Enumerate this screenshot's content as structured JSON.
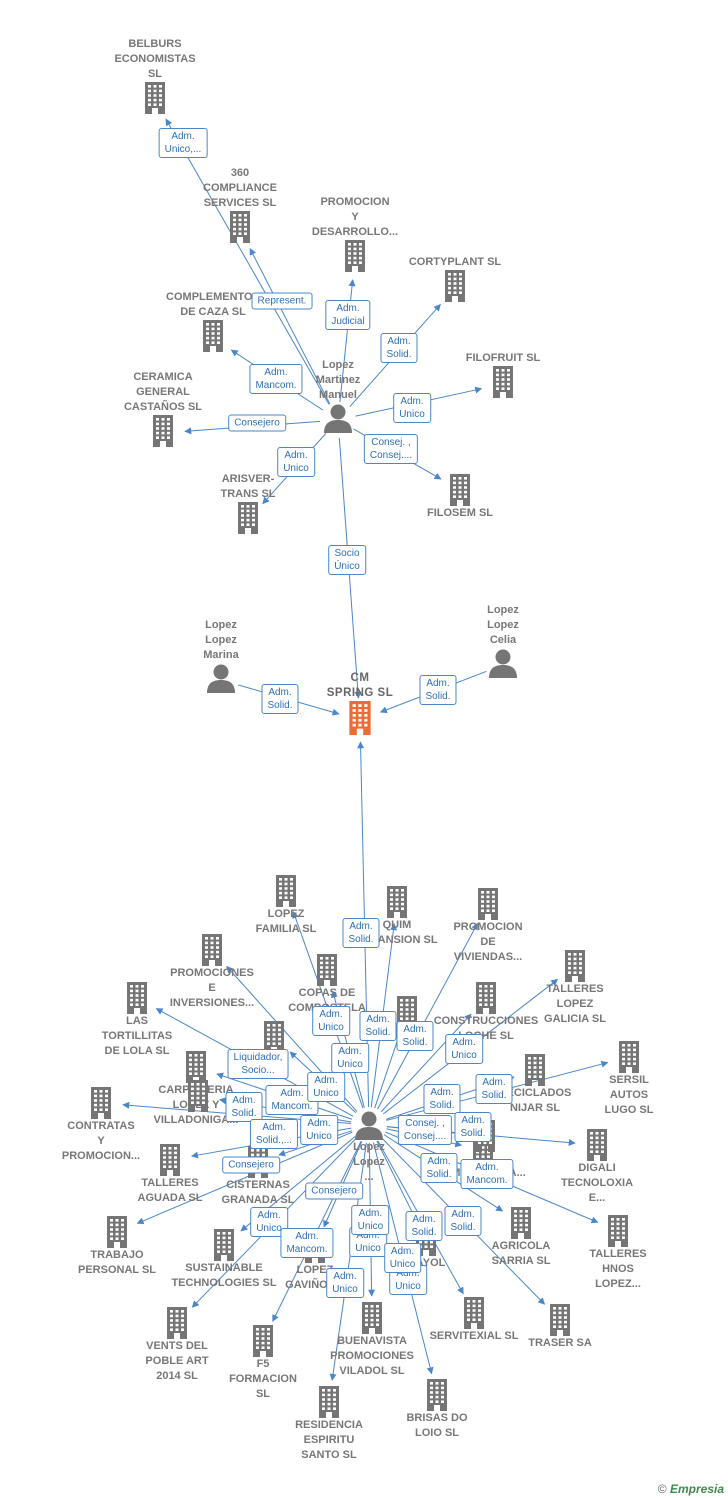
{
  "nodes": [
    {
      "id": "cm",
      "label": "CM\nSPRING  SL",
      "kind": "company",
      "center": true
    },
    {
      "id": "lopezm",
      "label": "Lopez\nMartinez\nManuel",
      "kind": "person"
    },
    {
      "id": "marina",
      "label": "Lopez\nLopez\nMarina",
      "kind": "person"
    },
    {
      "id": "celia",
      "label": "Lopez\nLopez\nCelia",
      "kind": "person"
    },
    {
      "id": "lopezb",
      "label": "Lopez\nLopez\n...",
      "kind": "person"
    },
    {
      "id": "belburs",
      "label": "BELBURS\nECONOMISTAS\nSL",
      "kind": "company"
    },
    {
      "id": "c360",
      "label": "360\nCOMPLIANCE\nSERVICES  SL",
      "kind": "company"
    },
    {
      "id": "promdes",
      "label": "PROMOCION\nY\nDESARROLLO...",
      "kind": "company"
    },
    {
      "id": "cortyplant",
      "label": "CORTYPLANT SL",
      "kind": "company"
    },
    {
      "id": "complementos",
      "label": "COMPLEMENTOS\nDE CAZA SL",
      "kind": "company"
    },
    {
      "id": "filofruit",
      "label": "FILOFRUIT  SL",
      "kind": "company"
    },
    {
      "id": "ceramica",
      "label": "CERAMICA\nGENERAL\nCASTAÑOS SL",
      "kind": "company"
    },
    {
      "id": "filosem",
      "label": "FILOSEM  SL",
      "kind": "company"
    },
    {
      "id": "arisver",
      "label": "ARISVER-\nTRANS SL",
      "kind": "company"
    },
    {
      "id": "lopezfam",
      "label": "LOPEZ\nFAMILIA  SL",
      "kind": "company"
    },
    {
      "id": "quim",
      "label": "QUIM\nEXPANSION SL",
      "kind": "company"
    },
    {
      "id": "promviv",
      "label": "PROMOCION\nDE\nVIVIENDAS...",
      "kind": "company"
    },
    {
      "id": "promeinv",
      "label": "PROMOCIONES\nE\nINVERSIONES...",
      "kind": "company"
    },
    {
      "id": "copas",
      "label": "COPAS DE\nCOMPOSTELA",
      "kind": "company"
    },
    {
      "id": "construc",
      "label": "CONSTRUCCIONES\nLOCHE SL",
      "kind": "company"
    },
    {
      "id": "talleresl",
      "label": "TALLERES\nLOPEZ\nGALICIA  SL",
      "kind": "company"
    },
    {
      "id": "tortillitas",
      "label": "LAS\nTORTILLITAS\nDE LOLA  SL",
      "kind": "company"
    },
    {
      "id": "sersil",
      "label": "SERSIL\nAUTOS\nLUGO SL",
      "kind": "company"
    },
    {
      "id": "carpinteria",
      "label": "CARPINTERIA\nLOPEZ Y\nVILLADONIGA...",
      "kind": "company"
    },
    {
      "id": "reciclados",
      "label": "RECICLADOS\nNIJAR SL",
      "kind": "company"
    },
    {
      "id": "contratas",
      "label": "CONTRATAS\nY\nPROMOCION...",
      "kind": "company"
    },
    {
      "id": "digali",
      "label": "DIGALI\nTECNOLOXIA\nE...",
      "kind": "company"
    },
    {
      "id": "talleresa",
      "label": "TALLERES\nAGUADA  SL",
      "kind": "company"
    },
    {
      "id": "cisternas",
      "label": "CISTERNAS\nGRANADA SL",
      "kind": "company"
    },
    {
      "id": "inmobiliaria",
      "label": "INMOBILIARIA...",
      "kind": "company"
    },
    {
      "id": "trabajo",
      "label": "TRABAJO\nPERSONAL SL",
      "kind": "company"
    },
    {
      "id": "talleresh",
      "label": "TALLERES\nHNOS\nLOPEZ...",
      "kind": "company"
    },
    {
      "id": "agricola",
      "label": "AGRICOLA\nSARRIA SL",
      "kind": "company"
    },
    {
      "id": "sustainable",
      "label": "SUSTAINABLE\nTECHNOLOGIES SL",
      "kind": "company"
    },
    {
      "id": "lopezgav",
      "label": "LOPEZ\nGAVIÑO SL",
      "kind": "company"
    },
    {
      "id": "mayol",
      "label": "MAYOL",
      "kind": "company"
    },
    {
      "id": "vents",
      "label": "VENTS DEL\nPOBLE ART\n2014  SL",
      "kind": "company"
    },
    {
      "id": "servitexial",
      "label": "SERVITEXIAL SL",
      "kind": "company"
    },
    {
      "id": "traser",
      "label": "TRASER SA",
      "kind": "company"
    },
    {
      "id": "buenavista",
      "label": "BUENAVISTA\nPROMOCIONES\nVILADOL SL",
      "kind": "company"
    },
    {
      "id": "f5",
      "label": "F5\nFORMACION\nSL",
      "kind": "company"
    },
    {
      "id": "brisas",
      "label": "BRISAS DO\nLOIO SL",
      "kind": "company"
    },
    {
      "id": "residencia",
      "label": "RESIDENCIA\nESPIRITU\nSANTO  SL",
      "kind": "company"
    },
    {
      "id": "h1",
      "label": "",
      "kind": "company"
    },
    {
      "id": "h2",
      "label": "",
      "kind": "company"
    },
    {
      "id": "h3",
      "label": "",
      "kind": "company"
    },
    {
      "id": "h4",
      "label": "",
      "kind": "company"
    }
  ],
  "edges": [
    {
      "from": "lopezm",
      "to": "belburs",
      "label": "Adm.\nUnico,..."
    },
    {
      "from": "lopezm",
      "to": "c360",
      "label": "Represent."
    },
    {
      "from": "lopezm",
      "to": "promdes",
      "label": "Adm.\nJudicial"
    },
    {
      "from": "lopezm",
      "to": "cortyplant",
      "label": "Adm.\nSolid."
    },
    {
      "from": "lopezm",
      "to": "complementos",
      "label": "Adm.\nMancom."
    },
    {
      "from": "lopezm",
      "to": "filofruit",
      "label": "Adm.\nUnico"
    },
    {
      "from": "lopezm",
      "to": "ceramica",
      "label": "Consejero"
    },
    {
      "from": "lopezm",
      "to": "filosem",
      "label": "Consej. ,\nConsej...."
    },
    {
      "from": "lopezm",
      "to": "arisver",
      "label": "Adm.\nUnico"
    },
    {
      "from": "lopezm",
      "to": "cm",
      "label": "Socio\nÚnico"
    },
    {
      "from": "marina",
      "to": "cm",
      "label": "Adm.\nSolid."
    },
    {
      "from": "celia",
      "to": "cm",
      "label": "Adm.\nSolid."
    },
    {
      "from": "lopezb",
      "to": "cm",
      "label": ""
    },
    {
      "from": "lopezb",
      "to": "lopezfam",
      "label": "Adm.\nSolid."
    },
    {
      "from": "lopezb",
      "to": "quim",
      "label": "Adm.\nSolid."
    },
    {
      "from": "lopezb",
      "to": "promviv",
      "label": "Adm.\nSolid."
    },
    {
      "from": "lopezb",
      "to": "promeinv",
      "label": "Adm.\nUnico"
    },
    {
      "from": "lopezb",
      "to": "copas",
      "label": "Adm.\nUnico"
    },
    {
      "from": "lopezb",
      "to": "construc",
      "label": "Adm.\nUnico"
    },
    {
      "from": "lopezb",
      "to": "talleresl",
      "label": "Adm.\nSolid."
    },
    {
      "from": "lopezb",
      "to": "tortillitas",
      "label": "Liquidador,\nSocio..."
    },
    {
      "from": "lopezb",
      "to": "sersil",
      "label": "Adm.\nSolid."
    },
    {
      "from": "lopezb",
      "to": "carpinteria",
      "label": "Adm.\nSolid."
    },
    {
      "from": "lopezb",
      "to": "reciclados",
      "label": "Adm.\nSolid."
    },
    {
      "from": "lopezb",
      "to": "contratas",
      "label": "Adm.\nSolid.,..."
    },
    {
      "from": "lopezb",
      "to": "digali",
      "label": "Adm.\nMancom."
    },
    {
      "from": "lopezb",
      "to": "talleresa",
      "label": "Consejero"
    },
    {
      "from": "lopezb",
      "to": "cisternas",
      "label": "Consejero"
    },
    {
      "from": "lopezb",
      "to": "inmobiliaria",
      "label": "Adm.\nSolid."
    },
    {
      "from": "lopezb",
      "to": "trabajo",
      "label": "Adm.\nUnico"
    },
    {
      "from": "lopezb",
      "to": "talleresh",
      "label": "Adm.\nMancom."
    },
    {
      "from": "lopezb",
      "to": "agricola",
      "label": "Adm.\nSolid."
    },
    {
      "from": "lopezb",
      "to": "sustainable",
      "label": "Adm.\nUnico"
    },
    {
      "from": "lopezb",
      "to": "lopezgav",
      "label": "Adm.\nSolid."
    },
    {
      "from": "lopezb",
      "to": "mayol",
      "label": "Adm.\nUnico"
    },
    {
      "from": "lopezb",
      "to": "servitexial",
      "label": "Adm.\nUnico"
    },
    {
      "from": "lopezb",
      "to": "buenavista",
      "label": "Adm.\nUnico"
    },
    {
      "from": "lopezb",
      "to": "f5",
      "label": ""
    },
    {
      "from": "lopezb",
      "to": "brisas",
      "label": "Adm.\nUnico"
    },
    {
      "from": "lopezb",
      "to": "vents",
      "label": ""
    },
    {
      "from": "lopezb",
      "to": "traser",
      "label": ""
    },
    {
      "from": "lopezb",
      "to": "residencia",
      "label": ""
    },
    {
      "from": "lopezb",
      "to": "h1",
      "label": "Adm.\nMancom."
    },
    {
      "from": "lopezb",
      "to": "h2",
      "label": "Adm.\nUnico"
    },
    {
      "from": "lopezb",
      "to": "h3",
      "label": "Adm.\nUnico"
    },
    {
      "from": "lopezb",
      "to": "h4",
      "label": "Consej. ,\nConsej...."
    }
  ],
  "colors": {
    "company": "#757575",
    "center": "#f06a35",
    "person": "#757575",
    "edge": "#4a86c8",
    "label_border": "#4a86c8",
    "label_text": "#2f6fb7"
  },
  "credit": {
    "symbol": "©",
    "brand": "Empresia"
  }
}
